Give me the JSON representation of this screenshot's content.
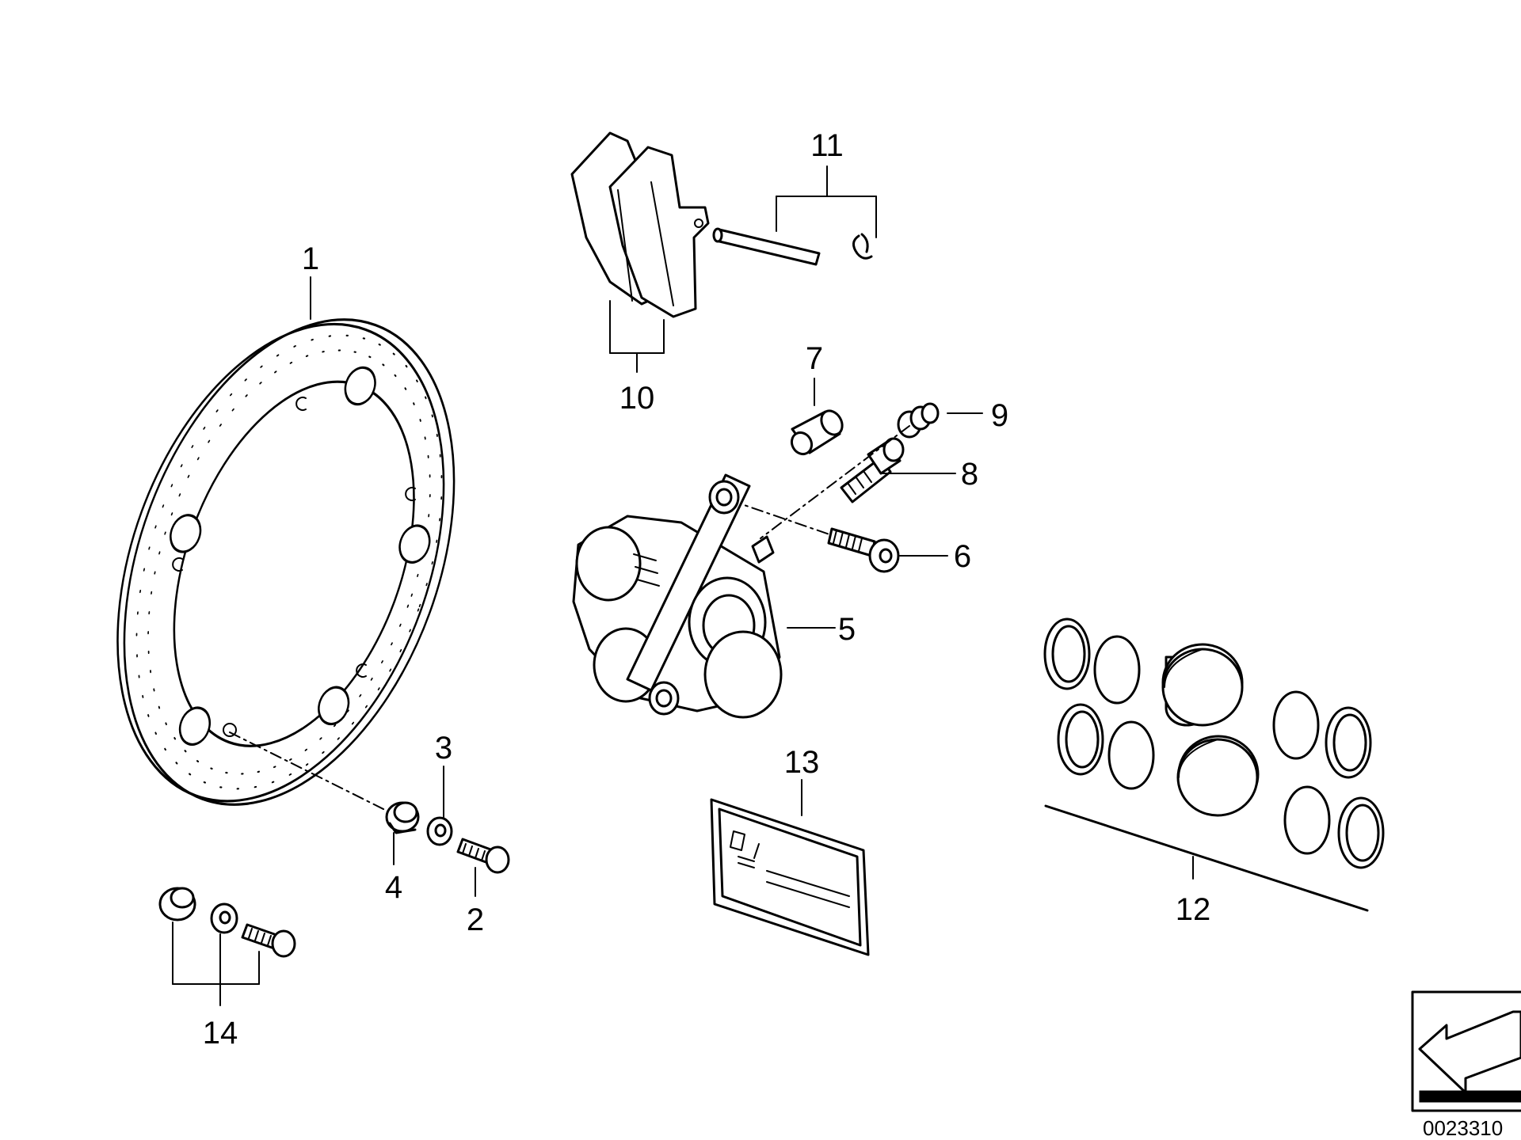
{
  "callouts": [
    {
      "id": "1",
      "text": "1",
      "part": "brake-disc"
    },
    {
      "id": "2",
      "text": "2",
      "part": "disc-bolt"
    },
    {
      "id": "3",
      "text": "3",
      "part": "washer"
    },
    {
      "id": "4",
      "text": "4",
      "part": "bushing"
    },
    {
      "id": "5",
      "text": "5",
      "part": "brake-caliper"
    },
    {
      "id": "6",
      "text": "6",
      "part": "caliper-bolt"
    },
    {
      "id": "7",
      "text": "7",
      "part": "dust-cap"
    },
    {
      "id": "8",
      "text": "8",
      "part": "bleeder-valve"
    },
    {
      "id": "9",
      "text": "9",
      "part": "banjo-bolt"
    },
    {
      "id": "10",
      "text": "10",
      "part": "brake-pads"
    },
    {
      "id": "11",
      "text": "11",
      "part": "pad-pin-and-clip"
    },
    {
      "id": "12",
      "text": "12",
      "part": "repair-kit-seals-pistons"
    },
    {
      "id": "13",
      "text": "13",
      "part": "label-sheet"
    },
    {
      "id": "14",
      "text": "14",
      "part": "bolt-set"
    }
  ],
  "diagram_ref": "0023310",
  "icons": {
    "direction": "arrow-indicator-icon"
  }
}
